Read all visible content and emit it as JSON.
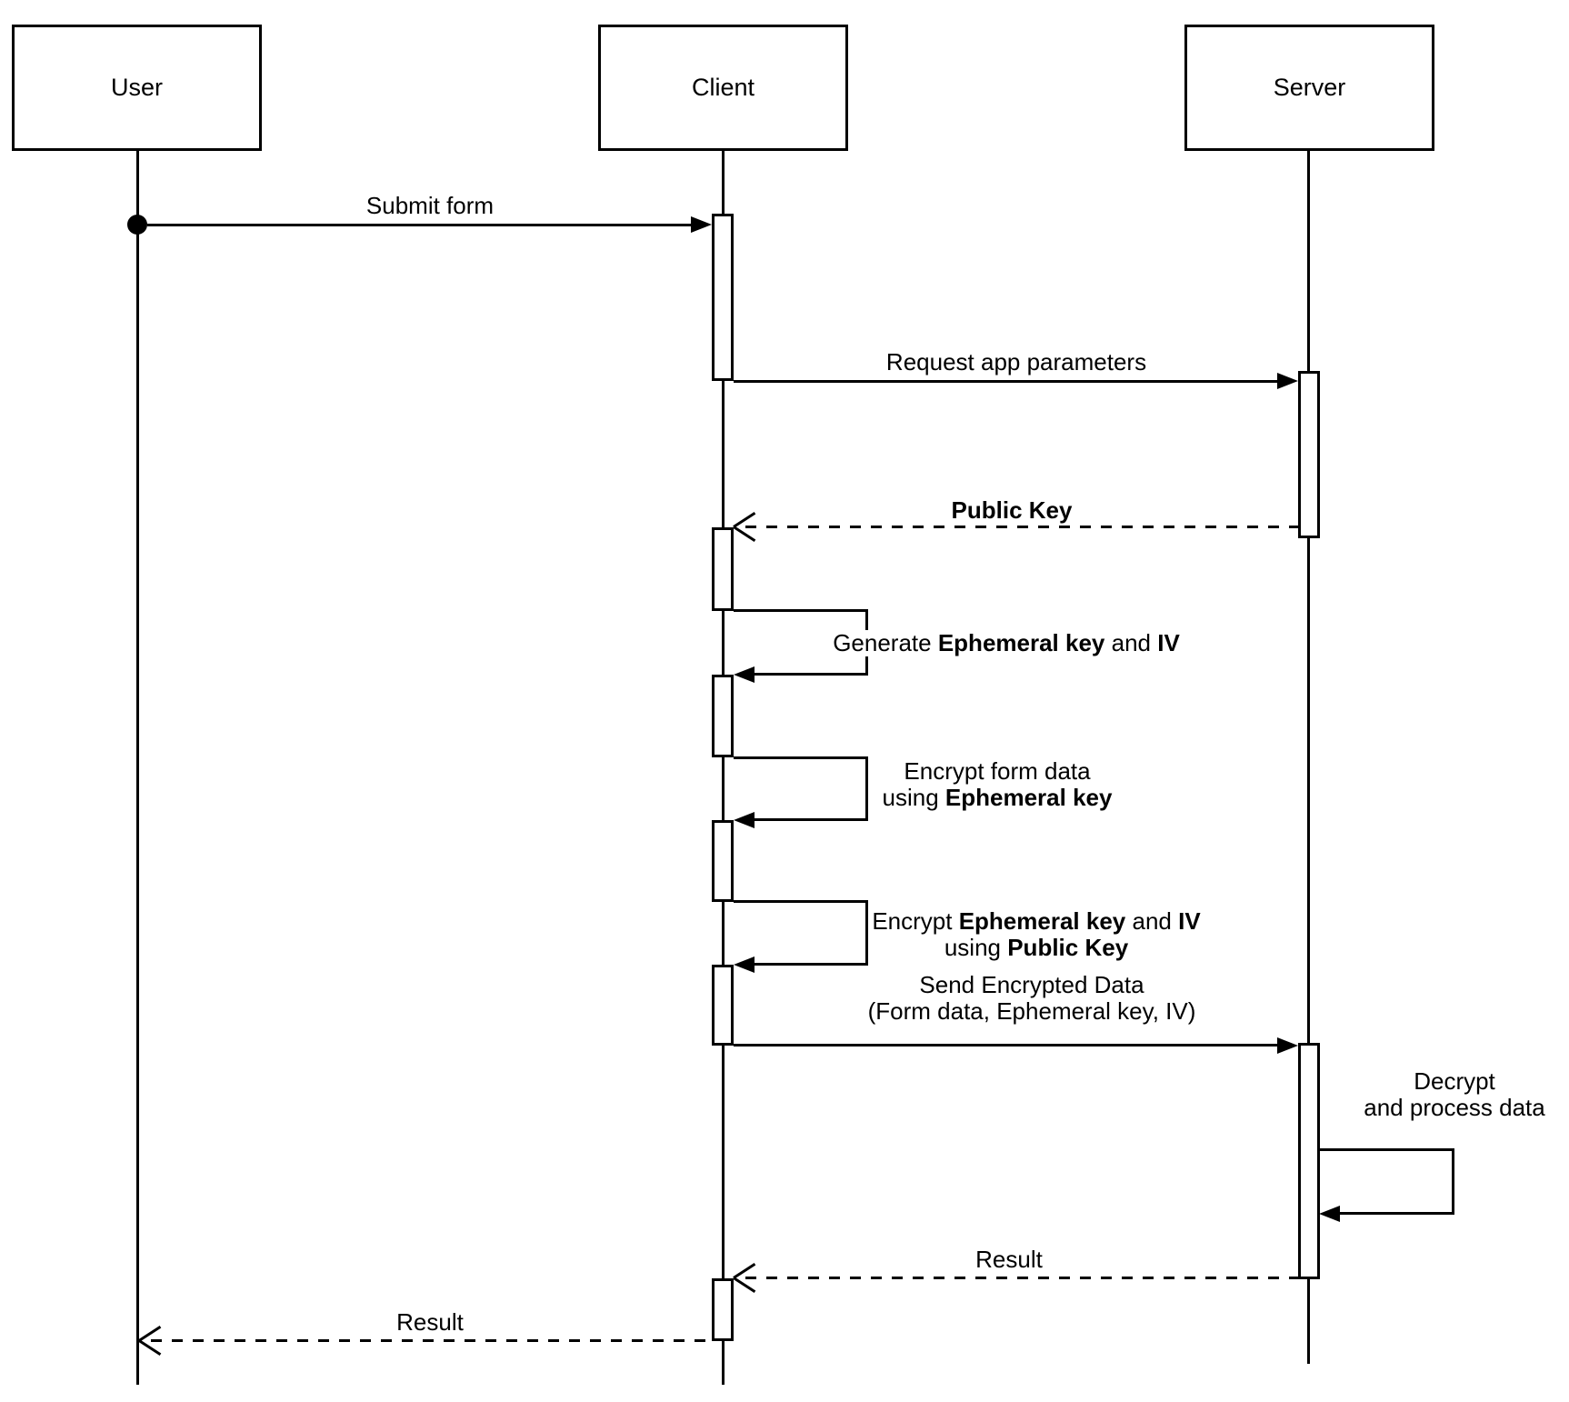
{
  "diagram_type": "uml-sequence-diagram",
  "colors": {
    "stroke": "#000000",
    "background": "#ffffff",
    "text": "#000000"
  },
  "actors": {
    "user": {
      "label": "User"
    },
    "client": {
      "label": "Client"
    },
    "server": {
      "label": "Server"
    }
  },
  "messages": {
    "submit_form": {
      "label": "Submit form",
      "type": "sync",
      "from": "User",
      "to": "Client"
    },
    "request_app_parameters": {
      "label": "Request app parameters",
      "type": "sync",
      "from": "Client",
      "to": "Server"
    },
    "public_key": {
      "label": "Public Key",
      "type": "return-dashed",
      "from": "Server",
      "to": "Client"
    },
    "generate_keys": {
      "type": "self",
      "actor": "Client",
      "p1": "Generate ",
      "p2": "Ephemeral key",
      "p3": " and ",
      "p4": "IV"
    },
    "encrypt_form_data": {
      "type": "self",
      "actor": "Client",
      "line1": "Encrypt form data",
      "line2_plain": "using ",
      "line2_bold": "Ephemeral key"
    },
    "encrypt_key_iv": {
      "type": "self",
      "actor": "Client",
      "line1_plain": "Encrypt ",
      "line1_bold1": "Ephemeral key",
      "line1_mid": " and ",
      "line1_bold2": "IV",
      "line2_plain": "using ",
      "line2_bold": "Public Key"
    },
    "send_encrypted_data": {
      "type": "sync",
      "from": "Client",
      "to": "Server",
      "line1": "Send Encrypted Data",
      "line2": "(Form data, Ephemeral key, IV)"
    },
    "decrypt_process": {
      "type": "self",
      "actor": "Server",
      "line1": "Decrypt",
      "line2": "and process data"
    },
    "result_to_client": {
      "label": "Result",
      "type": "return-dashed",
      "from": "Server",
      "to": "Client"
    },
    "result_to_user": {
      "label": "Result",
      "type": "return-dashed",
      "from": "Client",
      "to": "User"
    }
  }
}
